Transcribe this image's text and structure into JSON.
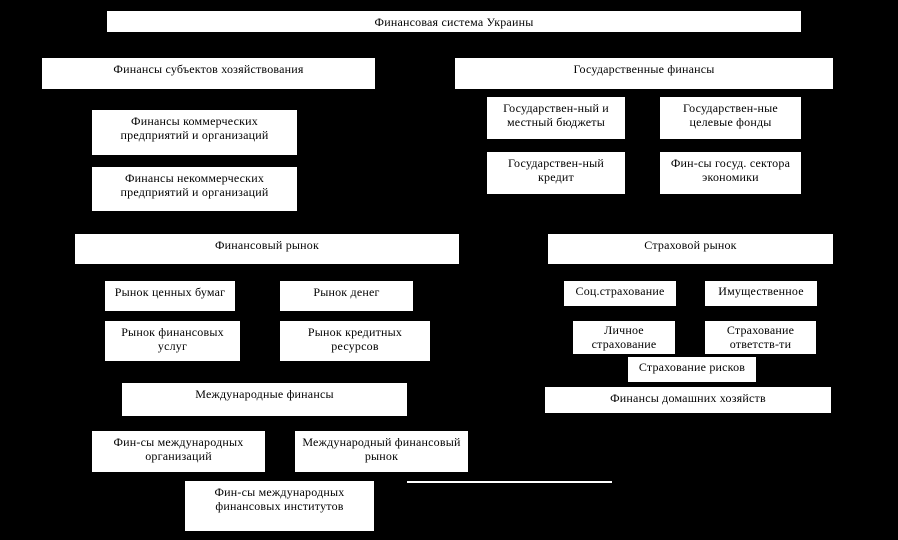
{
  "diagram": {
    "background_color": "#000000",
    "box_fill_color": "#ffffff",
    "text_color": "#000000",
    "nodes": {
      "title": {
        "label": "Финансовая система Украины"
      },
      "business": {
        "label": "Финансы субъектов хозяйствования"
      },
      "state": {
        "label": "Государственные финансы"
      },
      "commercial": {
        "label": "Финансы коммерческих предприятий и организаций"
      },
      "noncommercial": {
        "label": "Финансы некоммерческих предприятий и организаций"
      },
      "budgets": {
        "label": "Государствен-ный и местный бюджеты"
      },
      "funds": {
        "label": "Государствен-ные целевые фонды"
      },
      "credit": {
        "label": "Государствен-ный кредит"
      },
      "sector": {
        "label": "Фин-сы госуд. сектора экономики"
      },
      "finmarket": {
        "label": "Финансовый рынок"
      },
      "insmarket": {
        "label": "Страховой рынок"
      },
      "securities": {
        "label": "Рынок ценных бумаг"
      },
      "money": {
        "label": "Рынок денег"
      },
      "services": {
        "label": "Рынок финансовых услуг"
      },
      "creditres": {
        "label": "Рынок кредитных ресурсов"
      },
      "social": {
        "label": "Соц.страхование"
      },
      "property": {
        "label": "Имущественное"
      },
      "personal": {
        "label": "Личное страхование"
      },
      "liability": {
        "label": "Страхование ответств-ти"
      },
      "risks": {
        "label": "Страхование  рисков"
      },
      "household": {
        "label": "Финансы домашних хозяйств"
      },
      "intl": {
        "label": "Международные финансы"
      },
      "intlorg": {
        "label": "Фин-сы  международных организаций"
      },
      "intlmarket": {
        "label": "Международный финансовый рынок"
      },
      "intlinst": {
        "label": "Фин-сы международных финансовых институтов"
      }
    }
  }
}
